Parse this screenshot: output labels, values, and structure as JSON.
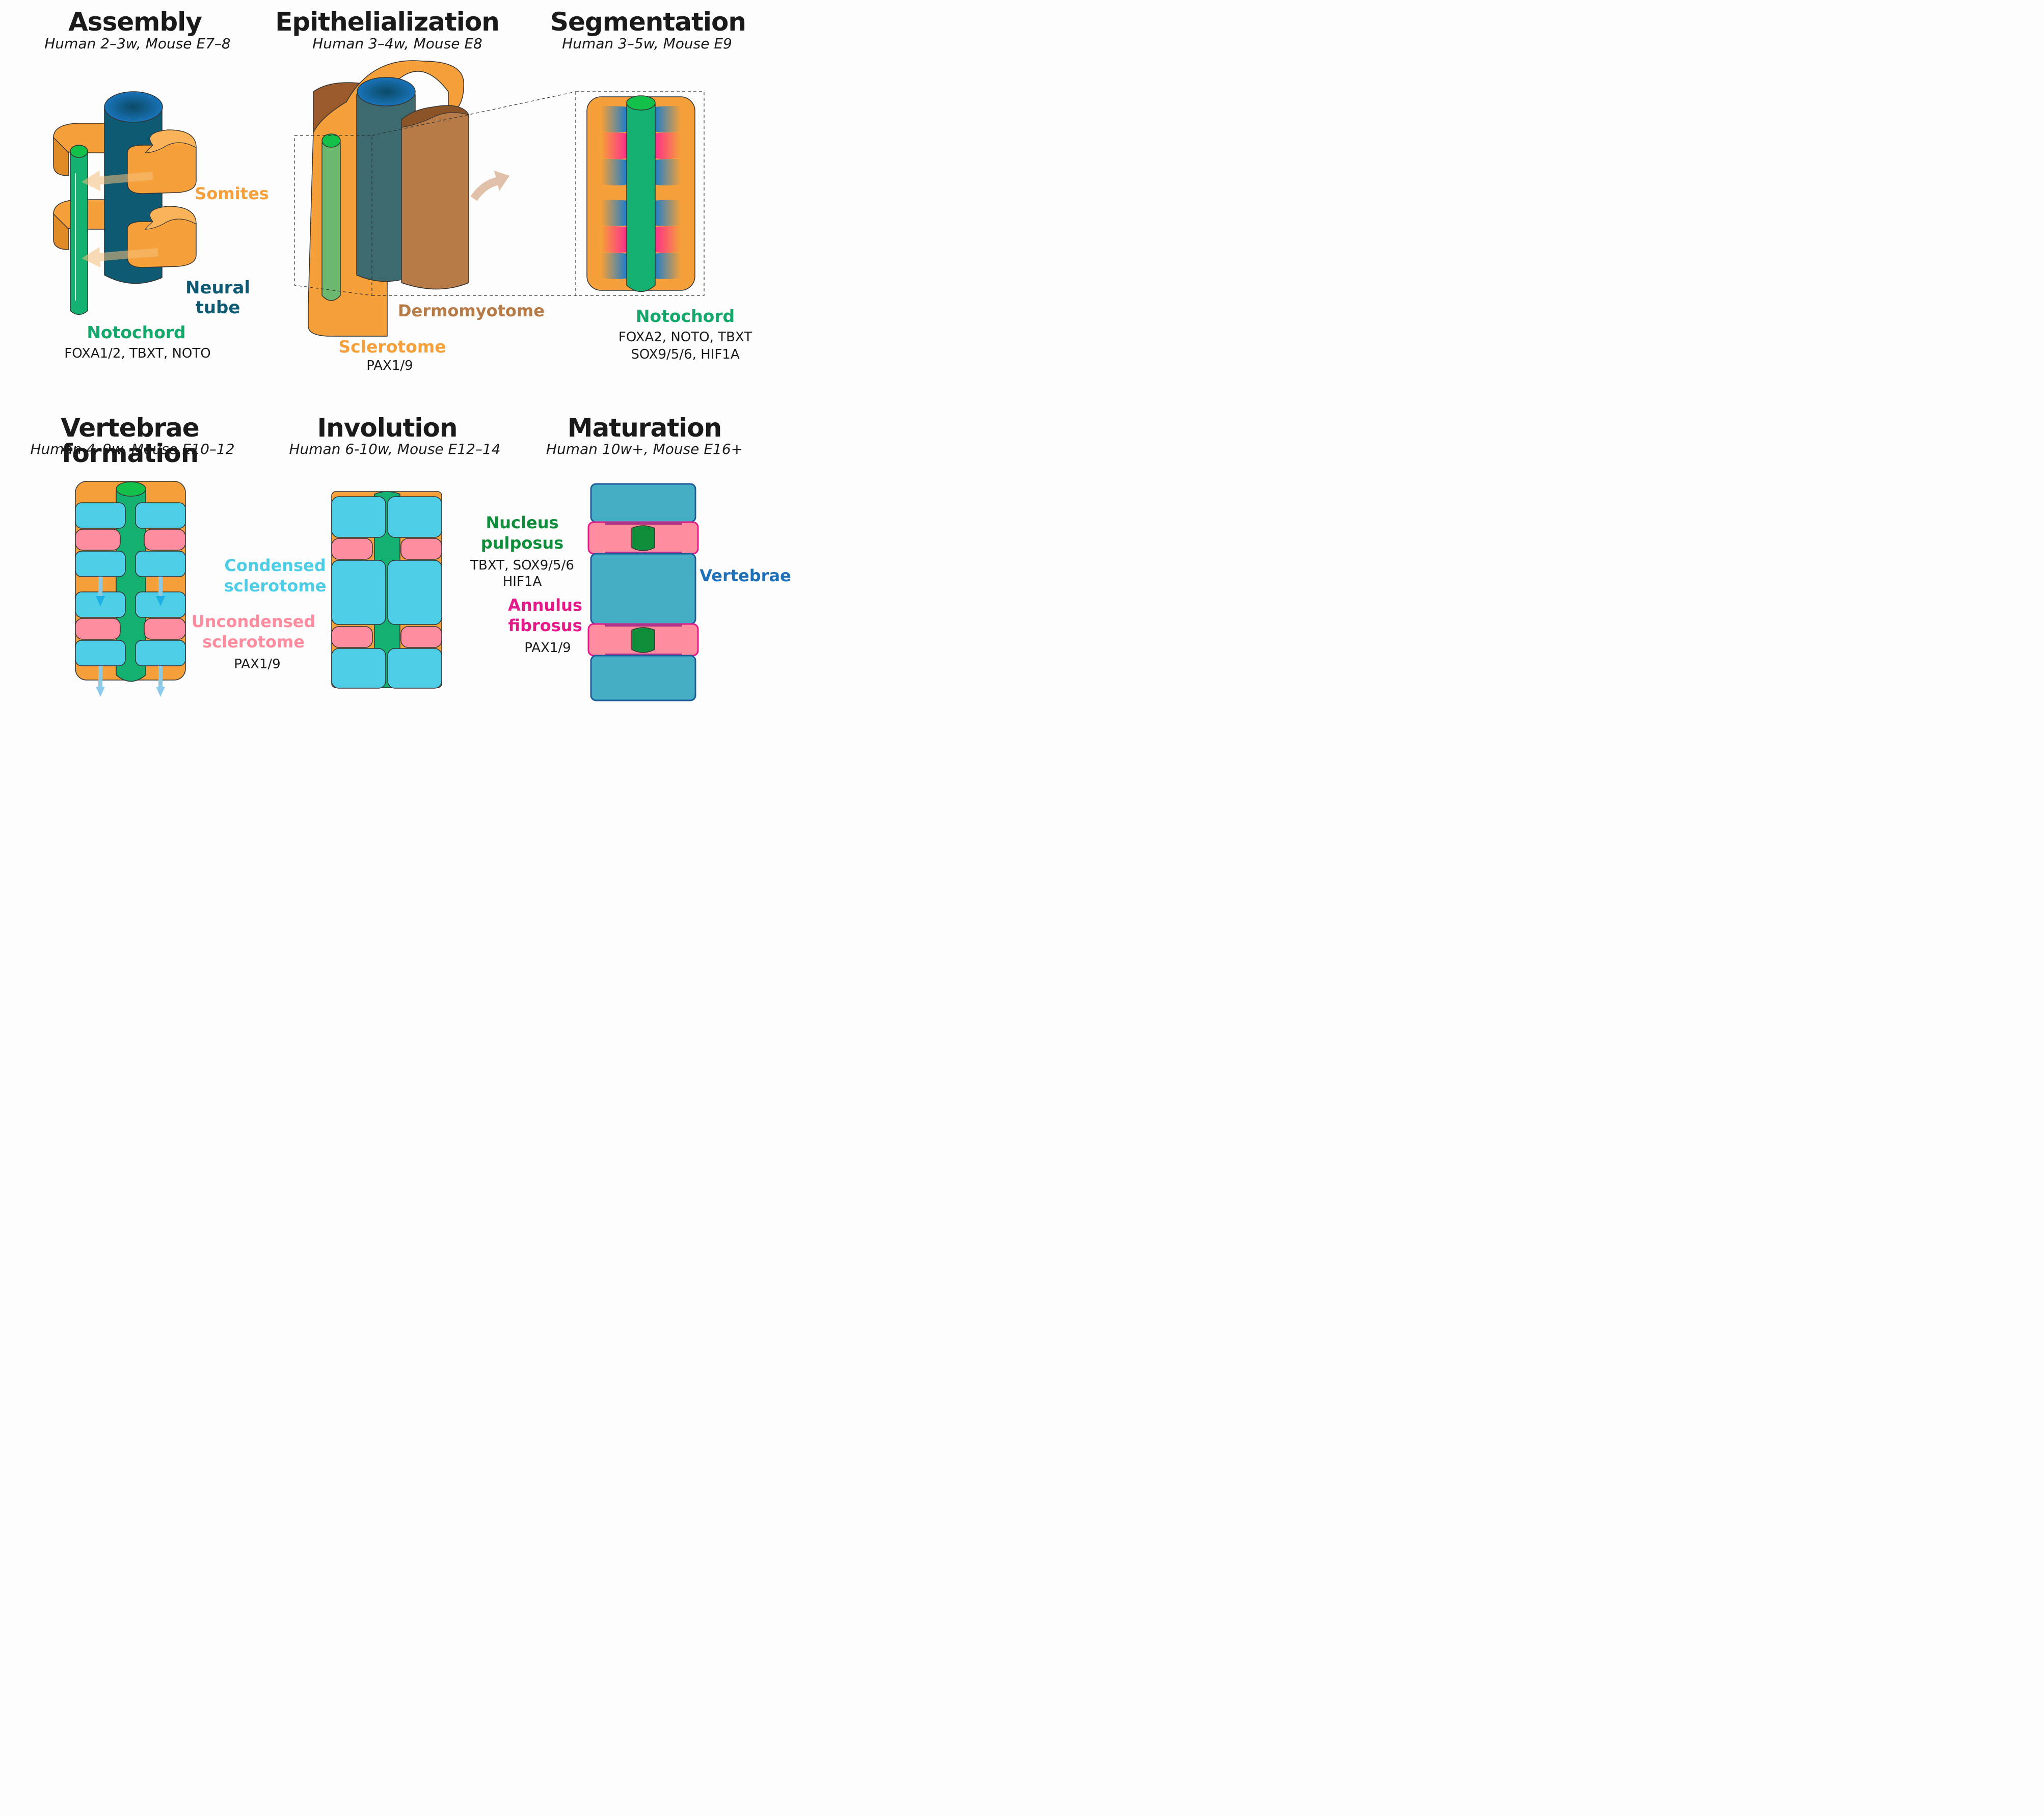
{
  "colors": {
    "somite_orange": "#f5a03a",
    "neural_tube": "#0f5a73",
    "notochord_green": "#14b070",
    "dermomyotome_brown": "#b77b48",
    "condensed_cyan": "#4ecde6",
    "uncondensed_pink": "#ff8c9f",
    "vertebrae_blue": "#46aec4",
    "annulus_magenta": "#e6198a",
    "nucleus_green": "#0f8f3c"
  },
  "stages": {
    "assembly": {
      "title": "Assembly",
      "subtitle": "Human 2–3w, Mouse E7–8",
      "labels": {
        "somites": "Somites",
        "neural_tube": "Neural tube",
        "notochord": "Notochord",
        "notochord_genes": "FOXA1/2, TBXT, NOTO"
      }
    },
    "epithelialization": {
      "title": "Epithelialization",
      "subtitle": "Human 3–4w, Mouse E8",
      "labels": {
        "dermomyotome": "Dermomyotome",
        "sclerotome": "Sclerotome",
        "sclerotome_genes": "PAX1/9"
      }
    },
    "segmentation": {
      "title": "Segmentation",
      "subtitle": "Human 3–5w, Mouse E9",
      "labels": {
        "notochord": "Notochord",
        "notochord_genes_1": "FOXA2, NOTO, TBXT",
        "notochord_genes_2": "SOX9/5/6, HIF1A"
      }
    },
    "vertebrae_formation": {
      "title": "Vertebrae formation",
      "subtitle": "Human 4–9w, Mouse E10–12"
    },
    "involution": {
      "title": "Involution",
      "subtitle": "Human 6-10w, Mouse E12–14",
      "labels": {
        "condensed_1": "Condensed",
        "condensed_2": "sclerotome",
        "uncondensed_1": "Uncondensed",
        "uncondensed_2": "sclerotome",
        "uncondensed_genes": "PAX1/9"
      }
    },
    "maturation": {
      "title": "Maturation",
      "subtitle": "Human 10w+, Mouse E16+",
      "labels": {
        "nucleus_1": "Nucleus",
        "nucleus_2": "pulposus",
        "nucleus_genes_1": "TBXT, SOX9/5/6",
        "nucleus_genes_2": "HIF1A",
        "annulus_1": "Annulus",
        "annulus_2": "fibrosus",
        "annulus_genes": "PAX1/9",
        "vertebrae": "Vertebrae"
      }
    }
  }
}
